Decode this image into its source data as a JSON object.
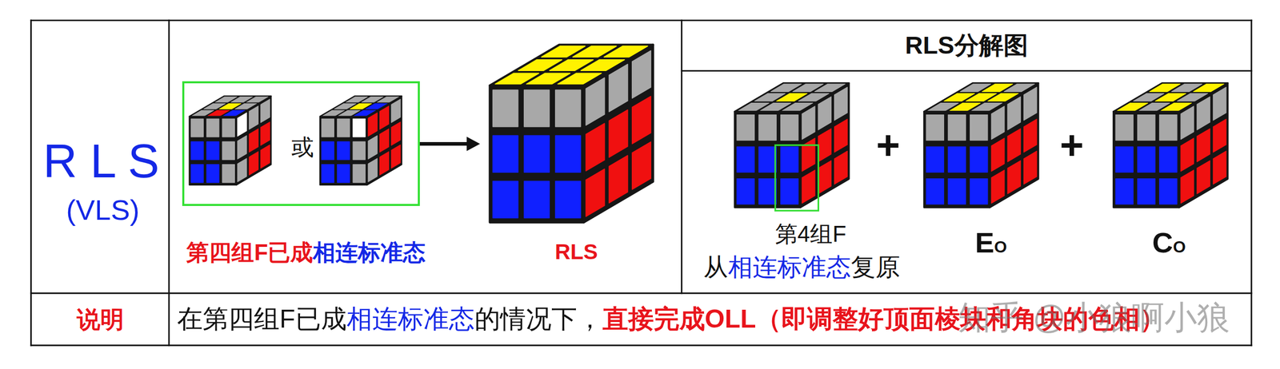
{
  "diagram": {
    "nodes": [
      {
        "text": [
          "或"
        ]
      },
      {
        "text": [
          "RLS"
        ]
      }
    ],
    "edges": [
      {
        "from": 0,
        "to": 1,
        "arrow": "to"
      }
    ],
    "labels": [
      "R L S",
      "(VLS)",
      "第四组F已成",
      "相连标准态",
      "RLS分解图",
      "第4组F",
      "从",
      "相连标准态",
      "复原",
      "+",
      "+",
      "E",
      "O",
      "C",
      "O",
      "说明",
      "在第四组F已成",
      "相连标准态",
      "的情况下，",
      "直接完成OLL（即调整好顶面棱块和角块的色相）",
      "知乎 @小狼啊小狼"
    ]
  }
}
